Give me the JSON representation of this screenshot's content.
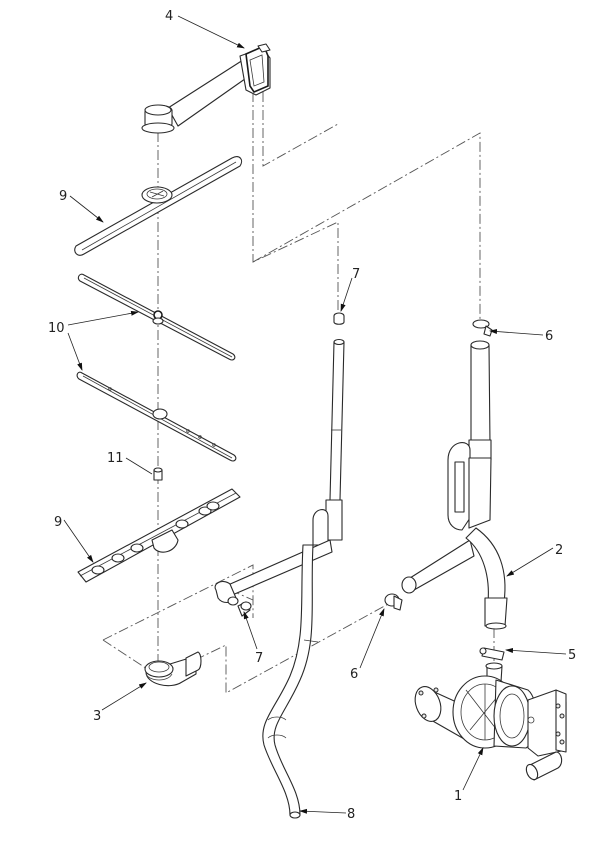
{
  "diagram": {
    "type": "exploded-parts-diagram",
    "callouts": [
      {
        "id": "c4",
        "label": "4",
        "part": "upper-spray-arm-supply-pipe"
      },
      {
        "id": "c9a",
        "label": "9",
        "part": "upper-spray-arm"
      },
      {
        "id": "c10a",
        "label": "10",
        "part": "middle-spray-arm-upper"
      },
      {
        "id": "c10b",
        "label": "10",
        "part": "middle-spray-arm-lower"
      },
      {
        "id": "c11",
        "label": "11",
        "part": "spray-arm-nut"
      },
      {
        "id": "c9b",
        "label": "9",
        "part": "lower-spray-arm"
      },
      {
        "id": "c3",
        "label": "3",
        "part": "lower-spray-arm-hub"
      },
      {
        "id": "c7a",
        "label": "7",
        "part": "hose-clamp-upper"
      },
      {
        "id": "c7b",
        "label": "7",
        "part": "hose-clamp-lower"
      },
      {
        "id": "c8",
        "label": "8",
        "part": "wash-hose-long"
      },
      {
        "id": "c6a",
        "label": "6",
        "part": "hose-clamp-top"
      },
      {
        "id": "c6b",
        "label": "6",
        "part": "hose-clamp-side"
      },
      {
        "id": "c2",
        "label": "2",
        "part": "y-manifold-hose"
      },
      {
        "id": "c5",
        "label": "5",
        "part": "pump-clamp"
      },
      {
        "id": "c1",
        "label": "1",
        "part": "circulation-pump"
      }
    ],
    "colors": {
      "line": "#2a2a2a",
      "background": "#ffffff",
      "centerline": "#555555"
    }
  }
}
